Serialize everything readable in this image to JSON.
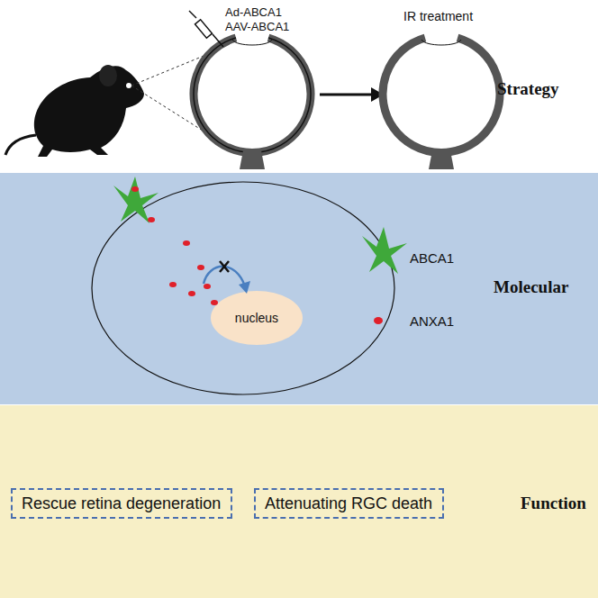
{
  "diagram": {
    "nodes": [
      {
        "text": [
          "Strategy"
        ]
      },
      {
        "text": [
          "Molecular"
        ]
      },
      {
        "text": [
          "nucleus"
        ],
        "in": 1
      },
      {
        "text": [
          "Function"
        ]
      },
      {
        "text": [
          "Rescue retina degeneration"
        ],
        "in": 3
      },
      {
        "text": [
          "Attenuating RGC death"
        ],
        "in": 3
      }
    ],
    "labels": [
      "Ad-ABCA1",
      "AAV-ABCA1",
      "IR treatment"
    ],
    "legend": [
      {
        "text": "ABCA1"
      },
      {
        "text": "ANXA1",
        "color": "#e0202a"
      }
    ]
  }
}
